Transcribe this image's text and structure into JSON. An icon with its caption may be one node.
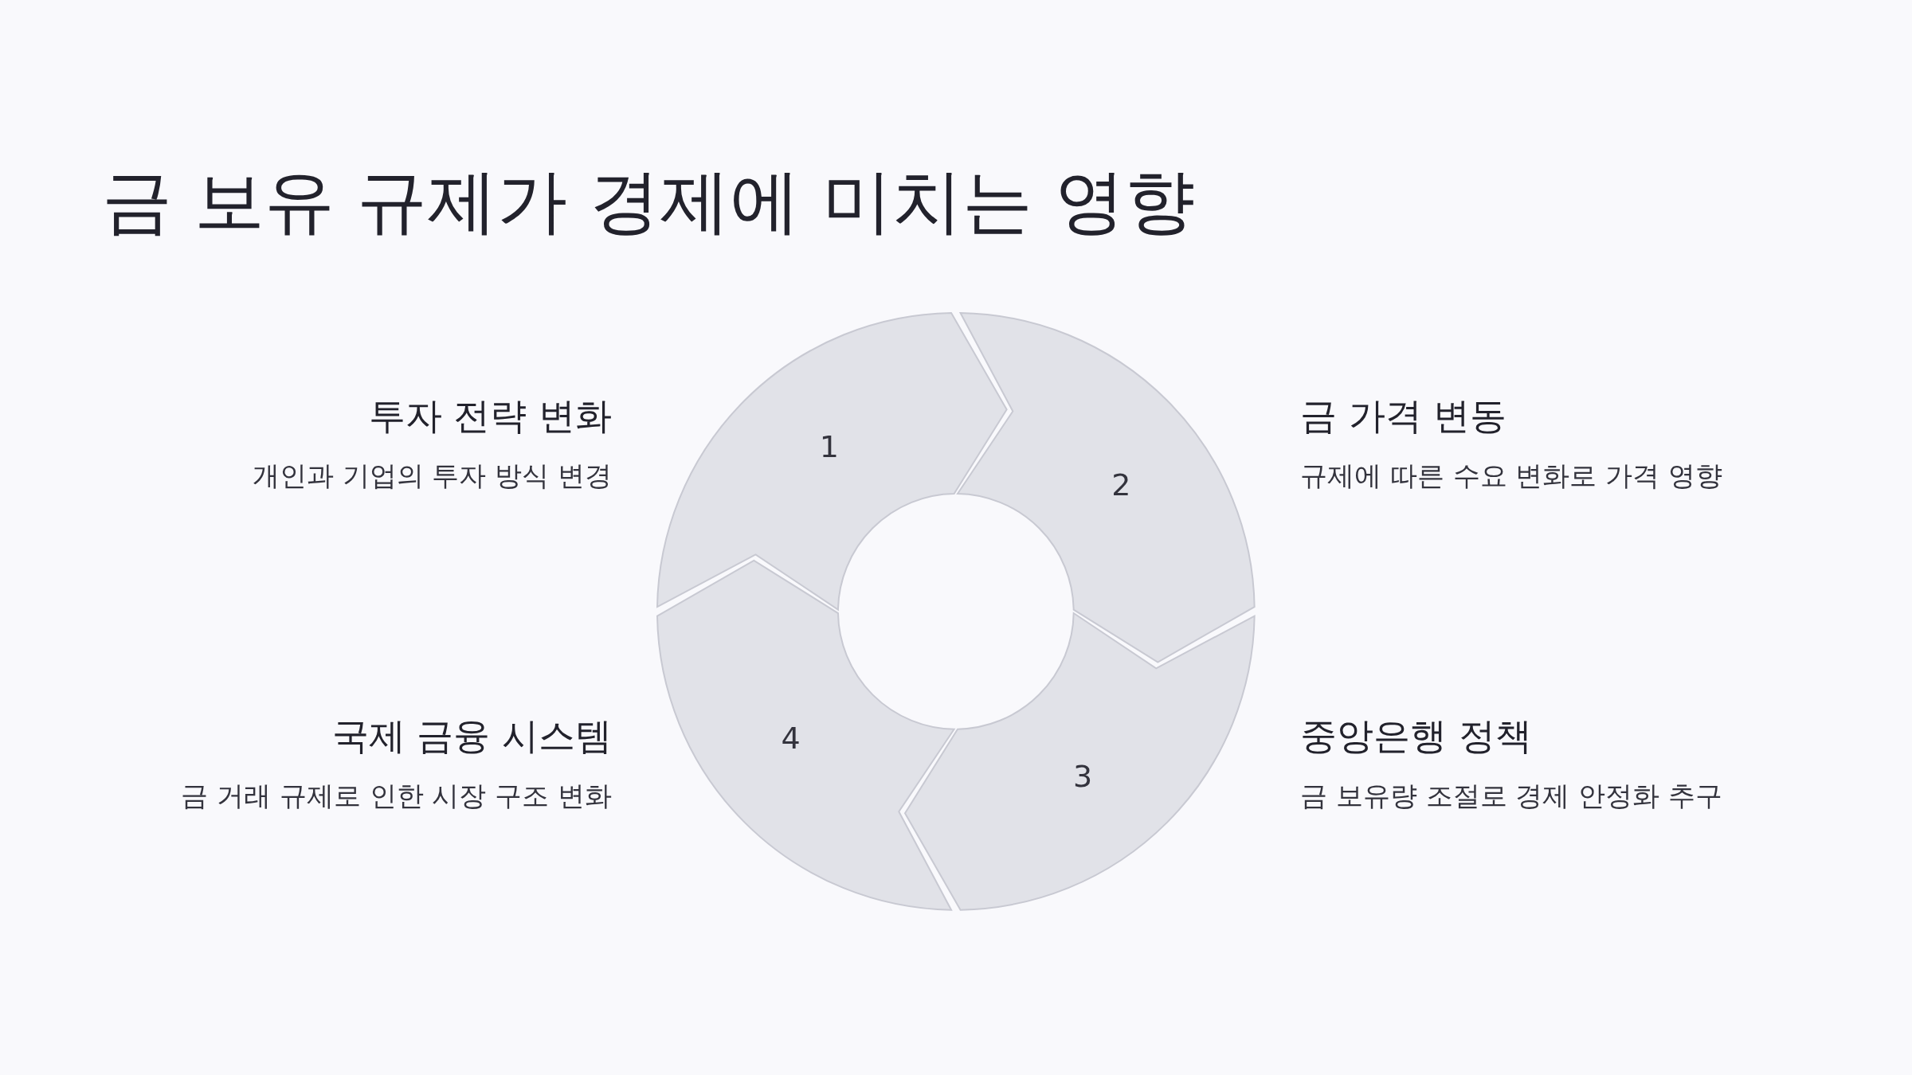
{
  "diagram": {
    "title": "금 보유 규제가 경제에 미치는 영향",
    "nodes": [
      {
        "text": [
          "1"
        ],
        "beside": [
          "투자 전략 변화",
          "개인과 기업의 투자 방식 변경"
        ]
      },
      {
        "text": [
          "2"
        ],
        "beside": [
          "금 가격 변동",
          "규제에 따른 수요 변화로 가격 영향"
        ]
      },
      {
        "text": [
          "3"
        ],
        "beside": [
          "중앙은행 정책",
          "금 보유량 조절로 경제 안정화 추구"
        ]
      },
      {
        "text": [
          "4"
        ],
        "beside": [
          "국제 금융 시스템",
          "금 거래 규제로 인한 시장 구조 변화"
        ]
      }
    ]
  }
}
